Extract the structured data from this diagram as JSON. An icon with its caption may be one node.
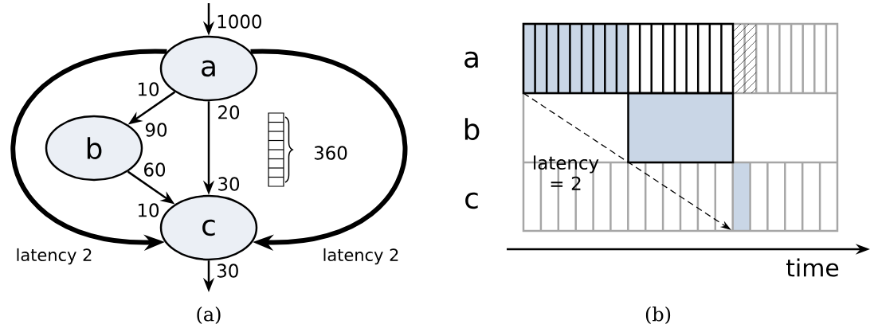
{
  "diagram": {
    "nodes": [
      {
        "text": [
          "a"
        ]
      },
      {
        "text": [
          "b"
        ]
      },
      {
        "text": [
          "c"
        ]
      }
    ],
    "edges": [
      {
        "from": null,
        "to": 0,
        "arrow": "to",
        "label": "1000"
      },
      {
        "from": 0,
        "to": 1,
        "arrow": "to"
      },
      {
        "from": 0,
        "to": 2,
        "arrow": "to"
      },
      {
        "from": 1,
        "to": 2,
        "arrow": "to"
      },
      {
        "from": 2,
        "to": null,
        "arrow": "to",
        "label": "30"
      },
      {
        "from": 0,
        "to": 2,
        "arrow": "to",
        "label": "latency 2",
        "style": "thick"
      },
      {
        "from": 0,
        "to": 2,
        "arrow": "to",
        "label": "latency 2",
        "style": "thick"
      }
    ],
    "labels": [
      "10",
      "20",
      "90",
      "360",
      "60",
      "30",
      "10",
      "(a)",
      "a",
      "b",
      "latency = 2",
      "c",
      "time",
      "(b)"
    ]
  }
}
